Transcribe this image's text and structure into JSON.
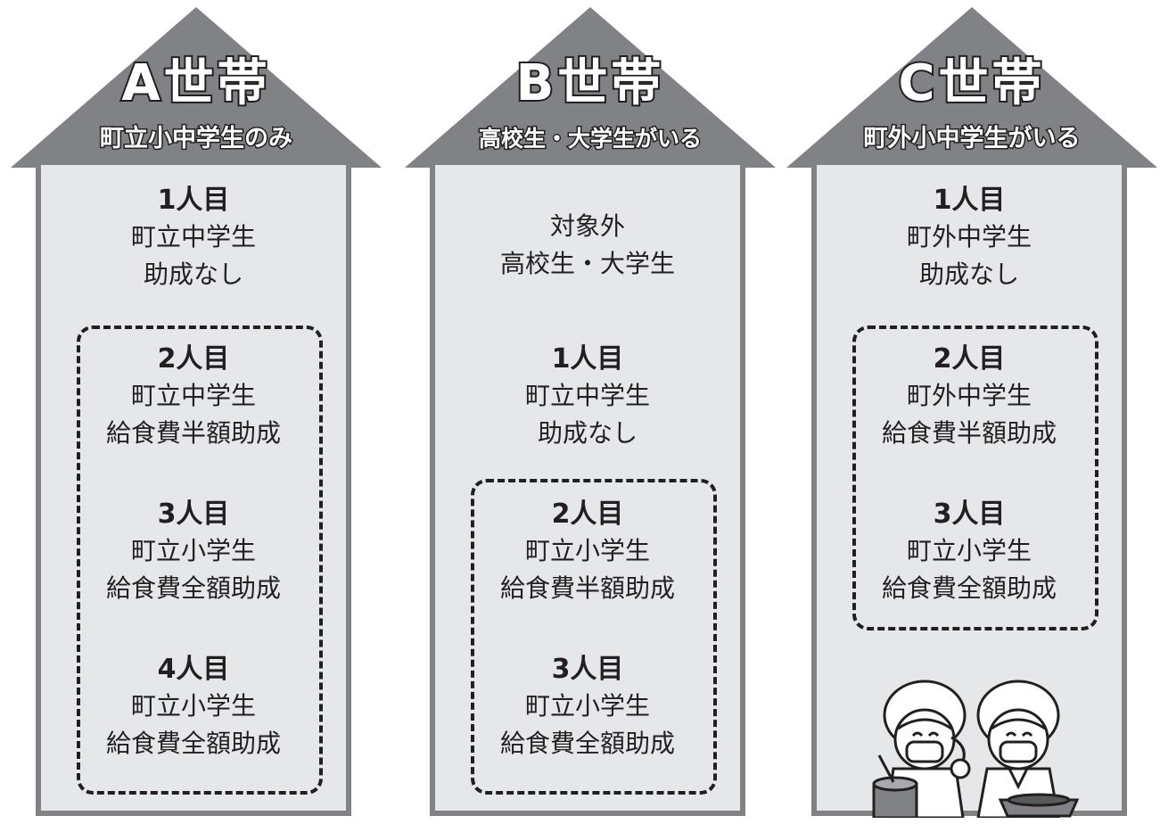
{
  "colors": {
    "roof": "#808285",
    "wall_bg": "#e6e7e9",
    "text": "#231f20",
    "dash": "#231f20"
  },
  "houses": [
    {
      "title": "A世帯",
      "subtitle": "町立小中学生のみ",
      "entries": [
        {
          "num": "1人目",
          "line1": "町立中学生",
          "line2": "助成なし"
        },
        {
          "num": "2人目",
          "line1": "町立中学生",
          "line2": "給食費半額助成"
        },
        {
          "num": "3人目",
          "line1": "町立小学生",
          "line2": "給食費全額助成"
        },
        {
          "num": "4人目",
          "line1": "町立小学生",
          "line2": "給食費全額助成"
        }
      ]
    },
    {
      "title": "B世帯",
      "subtitle": "高校生・大学生がいる",
      "entries": [
        {
          "num": "",
          "line1": "対象外",
          "line2": "高校生・大学生"
        },
        {
          "num": "1人目",
          "line1": "町立中学生",
          "line2": "助成なし"
        },
        {
          "num": "2人目",
          "line1": "町立小学生",
          "line2": "給食費半額助成"
        },
        {
          "num": "3人目",
          "line1": "町立小学生",
          "line2": "給食費全額助成"
        }
      ]
    },
    {
      "title": "C世帯",
      "subtitle": "町外小中学生がいる",
      "entries": [
        {
          "num": "1人目",
          "line1": "町外中学生",
          "line2": "助成なし"
        },
        {
          "num": "2人目",
          "line1": "町外中学生",
          "line2": "給食費半額助成"
        },
        {
          "num": "3人目",
          "line1": "町立小学生",
          "line2": "給食費全額助成"
        }
      ]
    }
  ],
  "illustration": "school-lunch-children-illustration"
}
